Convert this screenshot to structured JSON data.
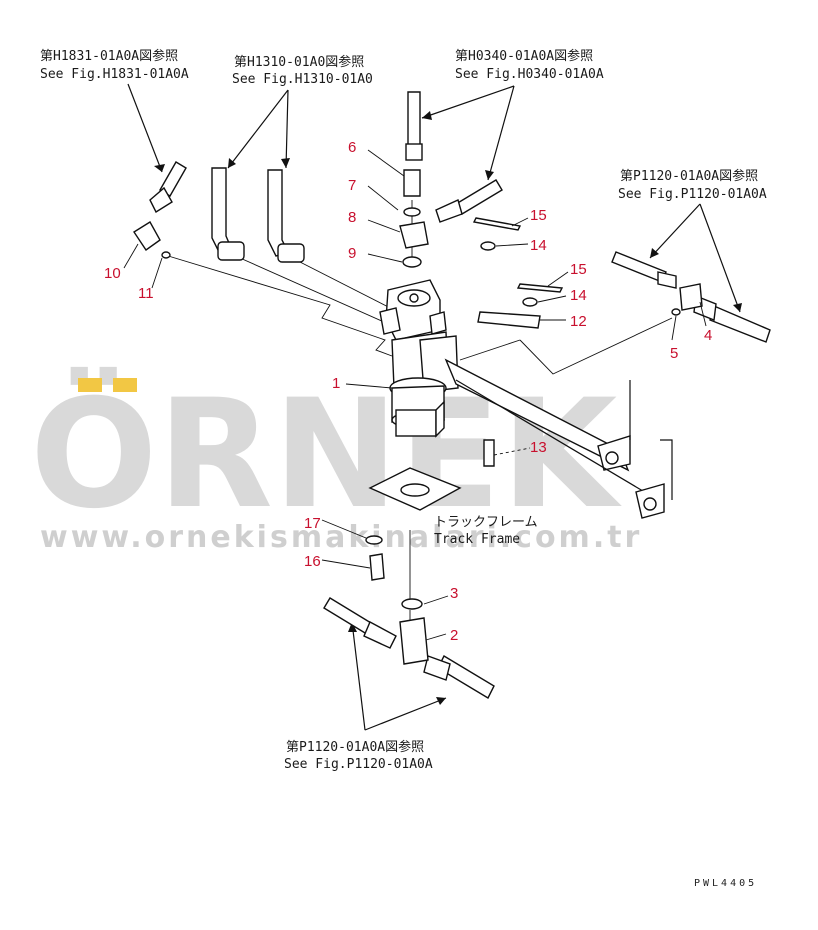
{
  "watermark": {
    "brand": "ÖRNEK",
    "url": "www.ornekismakinalari.com.tr",
    "accent_color": "#f2c744"
  },
  "references": [
    {
      "jp": "第H1831-01A0A図参照",
      "en": "See Fig.H1831-01A0A"
    },
    {
      "jp": "第H1310-01A0図参照",
      "en": "See Fig.H1310-01A0"
    },
    {
      "jp": "第H0340-01A0A図参照",
      "en": "See Fig.H0340-01A0A"
    },
    {
      "jp": "第P1120-01A0A図参照",
      "en": "See Fig.P1120-01A0A"
    },
    {
      "jp": "第P1120-01A0A図参照",
      "en": "See Fig.P1120-01A0A"
    }
  ],
  "track_frame": {
    "jp": "トラックフレーム",
    "en": "Track Frame"
  },
  "part_numbers": [
    "1",
    "2",
    "3",
    "4",
    "5",
    "6",
    "7",
    "8",
    "9",
    "10",
    "11",
    "12",
    "13",
    "14",
    "14",
    "15",
    "15",
    "16",
    "17"
  ],
  "drawing_code": "PWL4405",
  "colors": {
    "callout": "#c8102e",
    "ink": "#111111",
    "watermark": "#d9d9d9"
  }
}
